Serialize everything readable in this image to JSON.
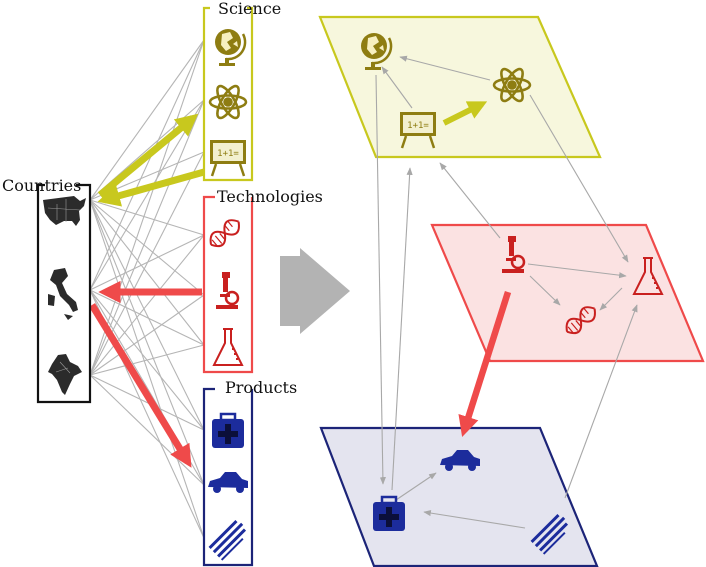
{
  "labels": {
    "science": "Science",
    "technologies": "Technologies",
    "countries": "Countries",
    "products": "Products"
  },
  "colors": {
    "science": "#c8c81e",
    "science_icon": "#8e7d12",
    "science_plane": "#f7f7dd",
    "tech": "#ef4a4a",
    "tech_icon": "#c9201f",
    "tech_plane": "#fbe2e2",
    "products": "#1c2478",
    "products_icon": "#1c2c9c",
    "products_plane": "#e4e4ef",
    "countries": "#111111",
    "edge": "#b5b5b5",
    "big_arrow": "#b3b3b3"
  },
  "icons": {
    "science": [
      "globe-icon",
      "atom-icon",
      "blackboard-icon"
    ],
    "technologies": [
      "dna-icon",
      "microscope-icon",
      "flask-icon"
    ],
    "products": [
      "medkit-icon",
      "car-icon",
      "pen-icon"
    ],
    "countries": [
      "usa-map-icon",
      "italy-map-icon",
      "india-map-icon"
    ]
  },
  "blackboard_text": "1+1="
}
